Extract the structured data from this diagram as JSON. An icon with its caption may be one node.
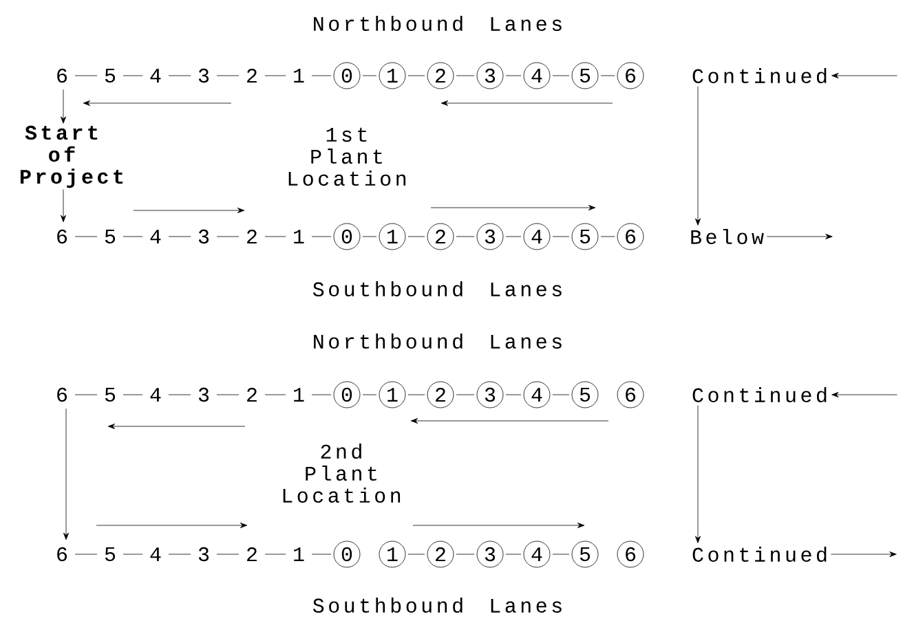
{
  "diagram": {
    "nodes": [
      {
        "text": [
          "6"
        ]
      },
      {
        "text": [
          "5"
        ]
      },
      {
        "text": [
          "4"
        ]
      },
      {
        "text": [
          "3"
        ]
      },
      {
        "text": [
          "2"
        ]
      },
      {
        "text": [
          "1"
        ]
      },
      {
        "text": [
          "0"
        ]
      },
      {
        "text": [
          "1"
        ]
      },
      {
        "text": [
          "2"
        ]
      },
      {
        "text": [
          "3"
        ]
      },
      {
        "text": [
          "4"
        ]
      },
      {
        "text": [
          "5"
        ]
      },
      {
        "text": [
          "6"
        ]
      },
      {
        "text": [
          "Continued"
        ]
      },
      {
        "text": [
          "Start of Project"
        ]
      },
      {
        "text": [
          "6"
        ]
      },
      {
        "text": [
          "5"
        ]
      },
      {
        "text": [
          "4"
        ]
      },
      {
        "text": [
          "3"
        ]
      },
      {
        "text": [
          "2"
        ]
      },
      {
        "text": [
          "1"
        ]
      },
      {
        "text": [
          "0"
        ]
      },
      {
        "text": [
          "1"
        ]
      },
      {
        "text": [
          "2"
        ]
      },
      {
        "text": [
          "3"
        ]
      },
      {
        "text": [
          "4"
        ]
      },
      {
        "text": [
          "5"
        ]
      },
      {
        "text": [
          "6"
        ]
      },
      {
        "text": [
          "Below"
        ]
      },
      {
        "text": [
          "6"
        ]
      },
      {
        "text": [
          "5"
        ]
      },
      {
        "text": [
          "4"
        ]
      },
      {
        "text": [
          "3"
        ]
      },
      {
        "text": [
          "2"
        ]
      },
      {
        "text": [
          "1"
        ]
      },
      {
        "text": [
          "0"
        ]
      },
      {
        "text": [
          "1"
        ]
      },
      {
        "text": [
          "2"
        ]
      },
      {
        "text": [
          "3"
        ]
      },
      {
        "text": [
          "4"
        ]
      },
      {
        "text": [
          "5"
        ]
      },
      {
        "text": [
          "6"
        ]
      },
      {
        "text": [
          "Continued"
        ]
      },
      {
        "text": [
          "6"
        ]
      },
      {
        "text": [
          "5"
        ]
      },
      {
        "text": [
          "4"
        ]
      },
      {
        "text": [
          "3"
        ]
      },
      {
        "text": [
          "2"
        ]
      },
      {
        "text": [
          "1"
        ]
      },
      {
        "text": [
          "0"
        ]
      },
      {
        "text": [
          "1"
        ]
      },
      {
        "text": [
          "2"
        ]
      },
      {
        "text": [
          "3"
        ]
      },
      {
        "text": [
          "4"
        ]
      },
      {
        "text": [
          "5"
        ]
      },
      {
        "text": [
          "6"
        ]
      },
      {
        "text": [
          "Continued"
        ]
      }
    ],
    "edges": [
      {
        "from": 0,
        "to": 1,
        "arrow": "none"
      },
      {
        "from": 1,
        "to": 2,
        "arrow": "none"
      },
      {
        "from": 2,
        "to": 3,
        "arrow": "none"
      },
      {
        "from": 3,
        "to": 4,
        "arrow": "none"
      },
      {
        "from": 4,
        "to": 5,
        "arrow": "none"
      },
      {
        "from": 5,
        "to": 6,
        "arrow": "none"
      },
      {
        "from": 6,
        "to": 7,
        "arrow": "none"
      },
      {
        "from": 7,
        "to": 8,
        "arrow": "none"
      },
      {
        "from": 8,
        "to": 9,
        "arrow": "none"
      },
      {
        "from": 9,
        "to": 10,
        "arrow": "none"
      },
      {
        "from": 10,
        "to": 11,
        "arrow": "none"
      },
      {
        "from": 11,
        "to": 12,
        "arrow": "none"
      },
      {
        "from": null,
        "to": 13,
        "arrow": "to"
      },
      {
        "from": 0,
        "to": 14,
        "arrow": "to"
      },
      {
        "from": 14,
        "to": 15,
        "arrow": "to"
      },
      {
        "from": 13,
        "to": 28,
        "arrow": "to"
      },
      {
        "from": 15,
        "to": 16,
        "arrow": "none"
      },
      {
        "from": 16,
        "to": 17,
        "arrow": "none"
      },
      {
        "from": 17,
        "to": 18,
        "arrow": "none"
      },
      {
        "from": 18,
        "to": 19,
        "arrow": "none"
      },
      {
        "from": 19,
        "to": 20,
        "arrow": "none"
      },
      {
        "from": 20,
        "to": 21,
        "arrow": "none"
      },
      {
        "from": 21,
        "to": 22,
        "arrow": "none"
      },
      {
        "from": 22,
        "to": 23,
        "arrow": "none"
      },
      {
        "from": 23,
        "to": 24,
        "arrow": "none"
      },
      {
        "from": 24,
        "to": 25,
        "arrow": "none"
      },
      {
        "from": 25,
        "to": 26,
        "arrow": "none"
      },
      {
        "from": 26,
        "to": 27,
        "arrow": "none"
      },
      {
        "from": 28,
        "to": null,
        "arrow": "to"
      },
      {
        "from": 29,
        "to": 30,
        "arrow": "none"
      },
      {
        "from": 30,
        "to": 31,
        "arrow": "none"
      },
      {
        "from": 31,
        "to": 32,
        "arrow": "none"
      },
      {
        "from": 32,
        "to": 33,
        "arrow": "none"
      },
      {
        "from": 33,
        "to": 34,
        "arrow": "none"
      },
      {
        "from": 34,
        "to": 35,
        "arrow": "none"
      },
      {
        "from": 35,
        "to": 36,
        "arrow": "none"
      },
      {
        "from": 36,
        "to": 37,
        "arrow": "none"
      },
      {
        "from": 37,
        "to": 38,
        "arrow": "none"
      },
      {
        "from": 38,
        "to": 39,
        "arrow": "none"
      },
      {
        "from": 39,
        "to": 40,
        "arrow": "none"
      },
      {
        "from": null,
        "to": 42,
        "arrow": "to"
      },
      {
        "from": 29,
        "to": 43,
        "arrow": "to"
      },
      {
        "from": 42,
        "to": 56,
        "arrow": "to"
      },
      {
        "from": 43,
        "to": 44,
        "arrow": "none"
      },
      {
        "from": 44,
        "to": 45,
        "arrow": "none"
      },
      {
        "from": 45,
        "to": 46,
        "arrow": "none"
      },
      {
        "from": 46,
        "to": 47,
        "arrow": "none"
      },
      {
        "from": 47,
        "to": 48,
        "arrow": "none"
      },
      {
        "from": 48,
        "to": 49,
        "arrow": "none"
      },
      {
        "from": 50,
        "to": 51,
        "arrow": "none"
      },
      {
        "from": 51,
        "to": 52,
        "arrow": "none"
      },
      {
        "from": 52,
        "to": 53,
        "arrow": "none"
      },
      {
        "from": 53,
        "to": 54,
        "arrow": "none"
      },
      {
        "from": 56,
        "to": null,
        "arrow": "to"
      }
    ],
    "labels": [
      "Northbound Lanes",
      "1st Plant Location",
      "Southbound Lanes",
      "Northbound Lanes",
      "2nd Plant Location",
      "Southbound Lanes"
    ]
  }
}
